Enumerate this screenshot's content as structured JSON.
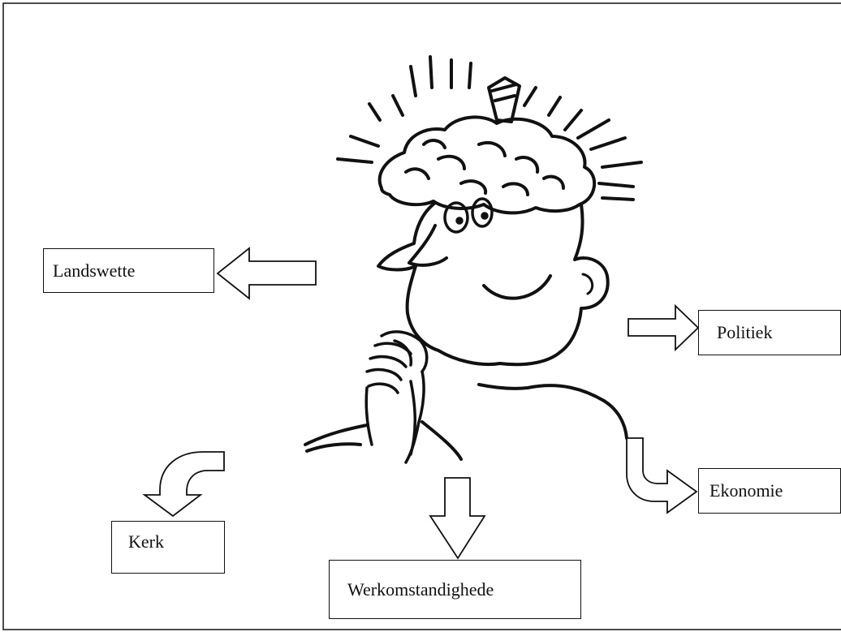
{
  "diagram": {
    "labels": {
      "landswette": "Landswette",
      "politiek": "Politiek",
      "ekonomie": "Ekonomie",
      "kerk": "Kerk",
      "werkomstandighede": "Werkomstandighede"
    },
    "colors": {
      "line": "#111111",
      "background": "#ffffff"
    },
    "icons": {
      "figure": "thinking-man-with-brain-icon"
    }
  }
}
